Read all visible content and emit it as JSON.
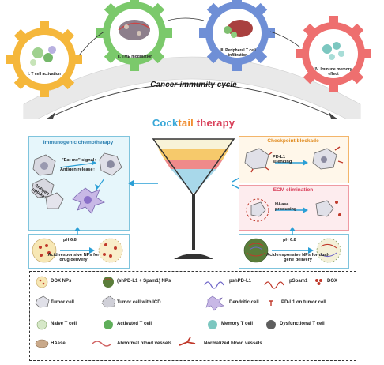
{
  "cycle": {
    "title": "Cancer-immunity cycle",
    "steps": [
      {
        "label": "I. T cell activation",
        "color": "#f5b73b"
      },
      {
        "label": "II. TME modulation",
        "color": "#7bc96b"
      },
      {
        "label": "III. Peripheral T cell infiltration",
        "color": "#6f8fd6"
      },
      {
        "label": "IV. Immune memory effect",
        "color": "#ee6f6f"
      }
    ]
  },
  "cocktail": {
    "part1": "Cock",
    "part2": "tail",
    "part3": " therapy"
  },
  "left_panel": {
    "title": "Immunogenic chemotherapy",
    "eat_me": "\"Eat me\" signal↑",
    "antigen_release": "Antigen release↑",
    "antigen_uptake": "Antigen uptake↑",
    "ph": "pH 6.8",
    "nps": "Acid-responsive NPs for drug delivery"
  },
  "right_panel": {
    "checkpoint_title": "Checkpoint blockade",
    "pdl1_silencing": "PD-L1 silencing",
    "ecm_title": "ECM elimination",
    "haase_producing": "HAase producing",
    "ph": "pH 6.8",
    "nps": "Acid-responsive NPs for dual-gene delivery"
  },
  "legend": {
    "items": [
      {
        "icon": "dox-nps-icon",
        "label": "DOX NPs"
      },
      {
        "icon": "dual-nps-icon",
        "label": "(shPD-L1 + Spam1) NPs"
      },
      {
        "icon": "psh-pdl1-icon",
        "label": "pshPD-L1"
      },
      {
        "icon": "pspam1-icon",
        "label": "pSpam1"
      },
      {
        "icon": "dox-icon",
        "label": "DOX"
      },
      {
        "icon": "tumor-cell-icon",
        "label": "Tumor cell"
      },
      {
        "icon": "tumor-icd-icon",
        "label": "Tumor cell with ICD"
      },
      {
        "icon": "dendritic-cell-icon",
        "label": "Dendritic cell"
      },
      {
        "icon": "pdl1-tumor-icon",
        "label": "PD-L1 on tumor cell"
      },
      {
        "icon": "naive-t-icon",
        "label": "Naive T cell"
      },
      {
        "icon": "activated-t-icon",
        "label": "Activated T cell"
      },
      {
        "icon": "memory-t-icon",
        "label": "Memory T cell"
      },
      {
        "icon": "dysfunctional-t-icon",
        "label": "Dysfunctional T cell"
      },
      {
        "icon": "haase-icon",
        "label": "HAase"
      },
      {
        "icon": "abnormal-vessel-icon",
        "label": "Abnormal blood vessels"
      },
      {
        "icon": "normal-vessel-icon",
        "label": "Normalized blood vessels"
      }
    ]
  }
}
